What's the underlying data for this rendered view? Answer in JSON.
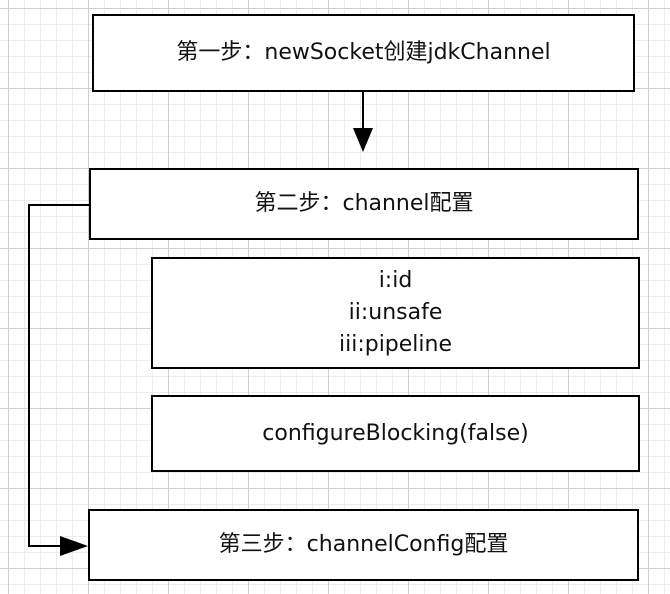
{
  "steps": {
    "step1": "第一步：newSocket创建jdkChannel",
    "step2": "第二步：channel配置",
    "step3": "第三步：channelConfig配置"
  },
  "details": {
    "lines": [
      "i:id",
      "ii:unsafe",
      "iii:pipeline"
    ],
    "blocking": "configureBlocking(false)"
  }
}
